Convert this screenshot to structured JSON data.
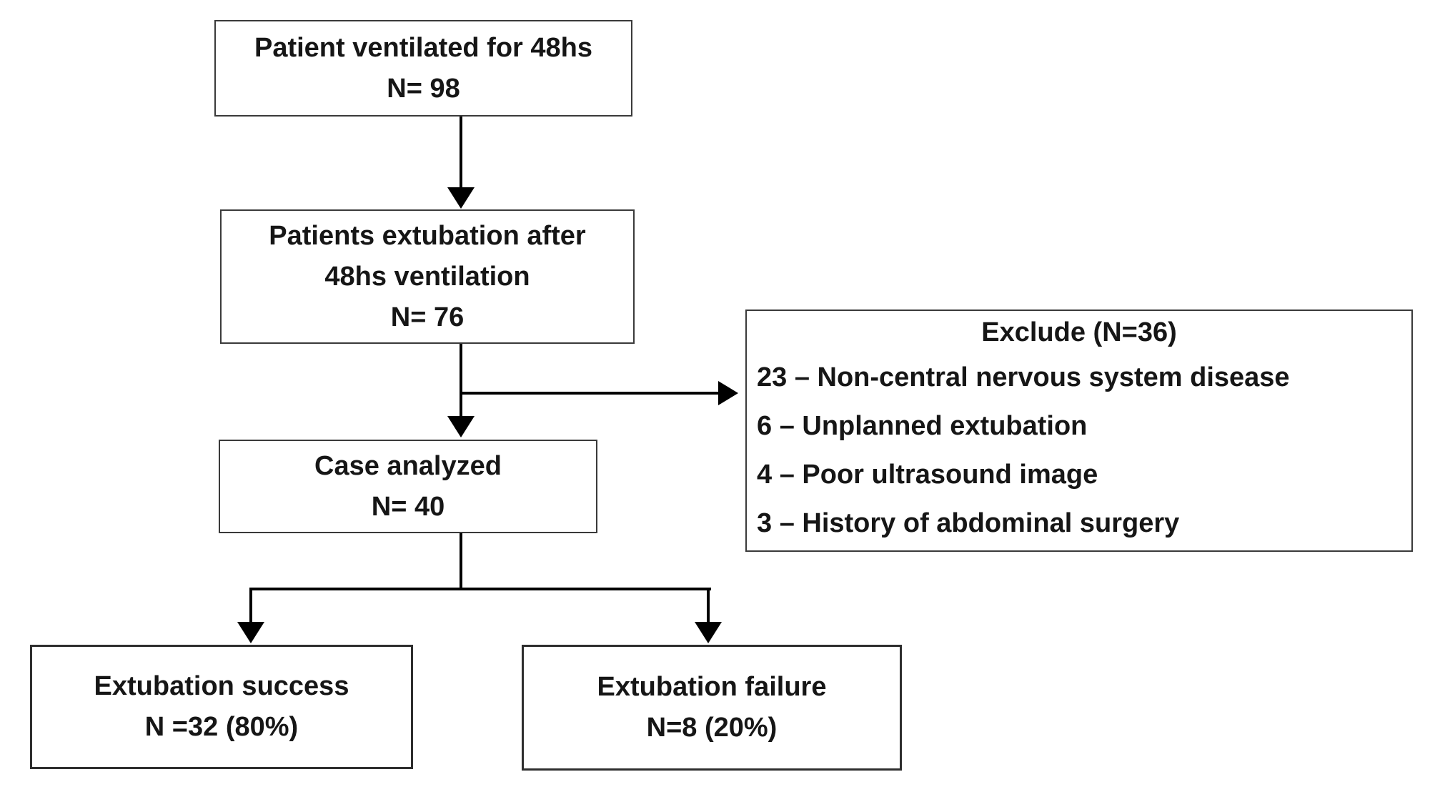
{
  "boxes": {
    "ventilated": {
      "lines": [
        "Patient ventilated for 48hs",
        "N= 98"
      ]
    },
    "extubated": {
      "lines": [
        "Patients extubation after",
        "48hs ventilation",
        "N= 76"
      ]
    },
    "exclude": {
      "title": "Exclude (N=36)",
      "items": [
        "23 – Non-central nervous system disease",
        "6 – Unplanned extubation",
        "4 – Poor ultrasound image",
        "3 – History of abdominal surgery"
      ]
    },
    "analyzed": {
      "lines": [
        "Case analyzed",
        "N= 40"
      ]
    },
    "success": {
      "lines": [
        "Extubation success",
        "N =32 (80%)"
      ]
    },
    "failure": {
      "lines": [
        "Extubation failure",
        "N=8 (20%)"
      ]
    }
  },
  "colors": {
    "background": "#ffffff",
    "box_border": "#3a3a3a",
    "arrow": "#000000",
    "text": "#161616"
  }
}
